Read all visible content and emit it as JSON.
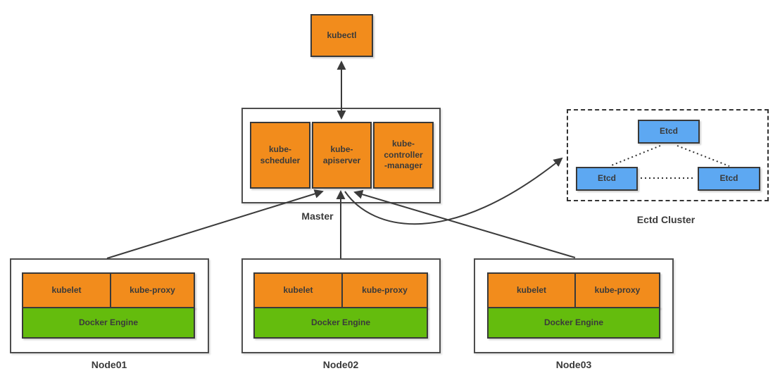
{
  "colors": {
    "component_orange": "#F28C1C",
    "engine_green": "#64BC0D",
    "etcd_blue": "#5DA8F2",
    "line_dark": "#3B3B3B",
    "text": "#3A3A3A"
  },
  "kubectl": {
    "label": "kubectl"
  },
  "master": {
    "caption": "Master",
    "components": [
      {
        "name": "kube-scheduler",
        "lines": [
          "kube-",
          "scheduler"
        ]
      },
      {
        "name": "kube-apiserver",
        "lines": [
          "kube-",
          "apiserver"
        ]
      },
      {
        "name": "kube-controller-manager",
        "lines": [
          "kube-",
          "controller",
          "-manager"
        ]
      }
    ]
  },
  "etcd_cluster": {
    "caption": "Ectd Cluster",
    "top": {
      "label": "Etcd"
    },
    "left": {
      "label": "Etcd"
    },
    "right": {
      "label": "Etcd"
    }
  },
  "nodes": [
    {
      "caption": "Node01",
      "kubelet": "kubelet",
      "kube_proxy": "kube-proxy",
      "engine": "Docker Engine"
    },
    {
      "caption": "Node02",
      "kubelet": "kubelet",
      "kube_proxy": "kube-proxy",
      "engine": "Docker Engine"
    },
    {
      "caption": "Node03",
      "kubelet": "kubelet",
      "kube_proxy": "kube-proxy",
      "engine": "Docker Engine"
    }
  ]
}
